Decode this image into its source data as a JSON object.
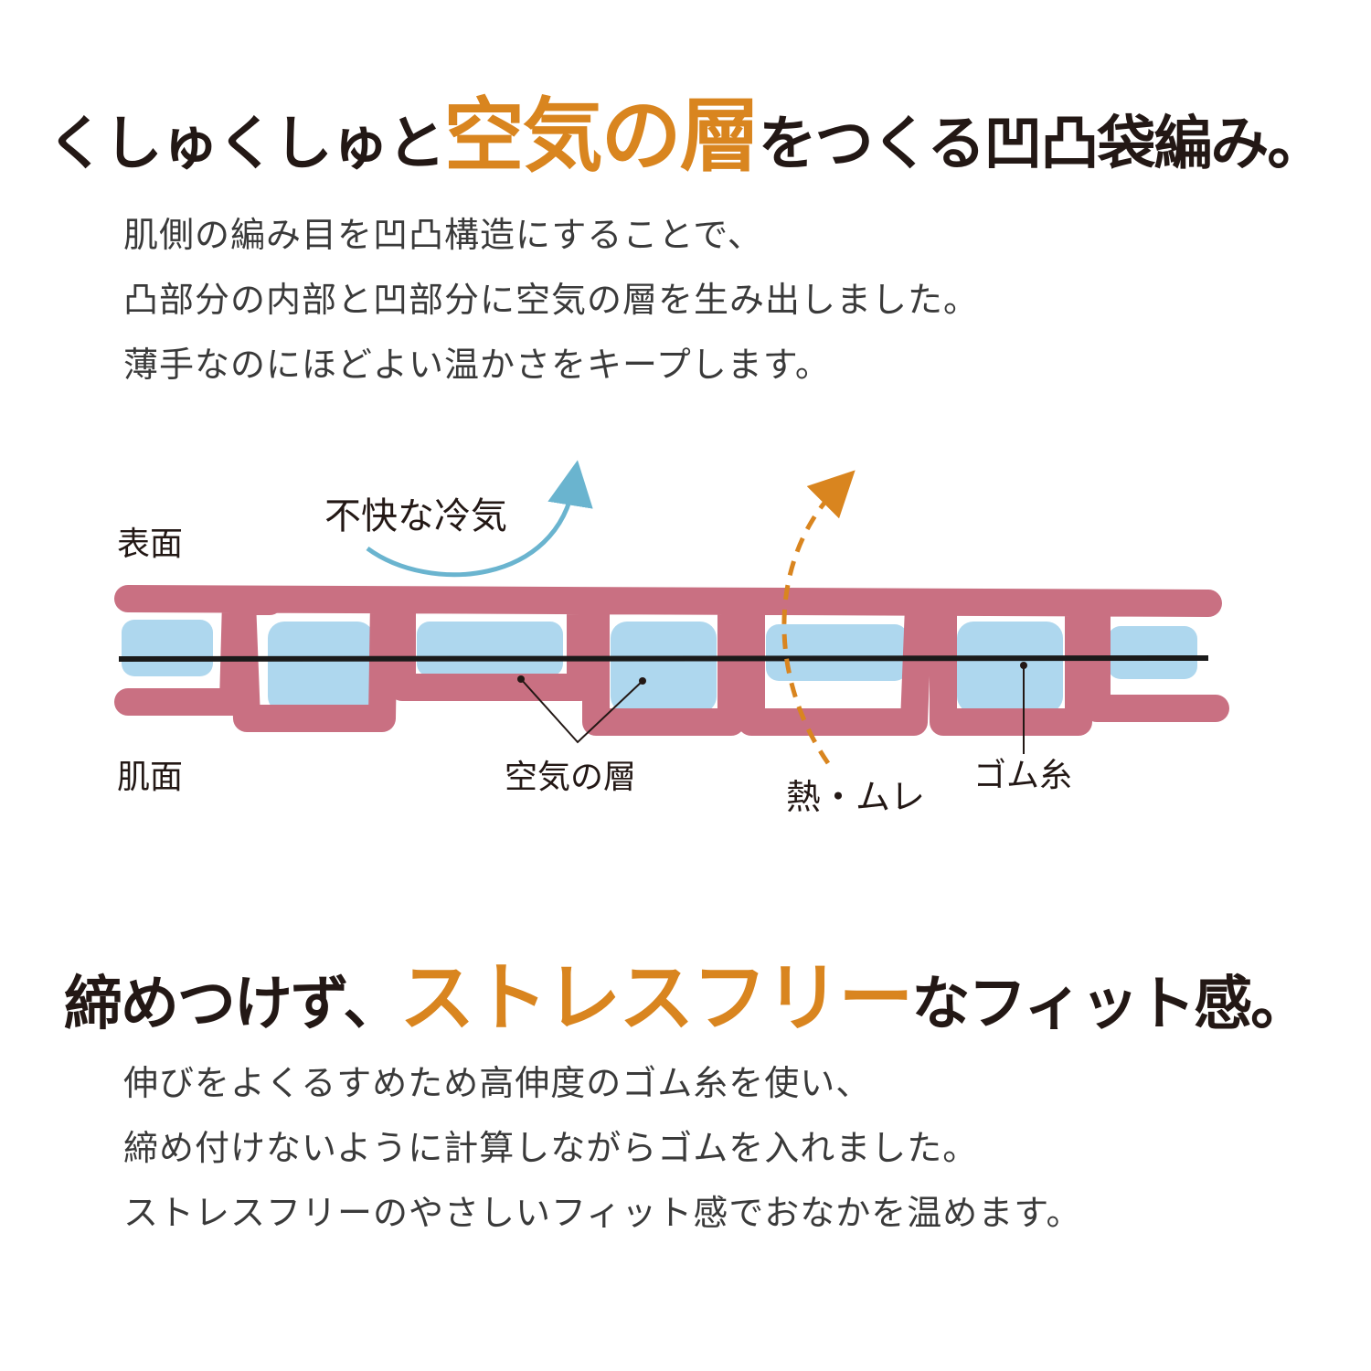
{
  "section1": {
    "heading_pre": "くしゅくしゅと",
    "heading_accent": "空気の層",
    "heading_post": "をつくる凹凸袋編み。",
    "lines": [
      "肌側の編み目を凹凸構造にすることで、",
      "凸部分の内部と凹部分に空気の層を生み出しました。",
      "薄手なのにほどよい温かさをキープします。"
    ]
  },
  "diagram": {
    "label_surface": "表面",
    "label_skin": "肌面",
    "label_cold_air": "不快な冷気",
    "label_air_layer": "空気の層",
    "label_heat": "熱・ムレ",
    "label_rubber": "ゴム糸",
    "colors": {
      "knit": "#c97082",
      "air": "#aed7ee",
      "cold_arrow": "#6ab4cf",
      "heat_arrow": "#d9851f",
      "thread": "#1a1a1a"
    }
  },
  "section2": {
    "heading_pre": "締めつけず、",
    "heading_accent": "ストレスフリー",
    "heading_post": "なフィット感。",
    "lines": [
      "伸びをよくるすめため高伸度のゴム糸を使い、",
      "締め付けないように計算しながらゴムを入れました。",
      "ストレスフリーのやさしいフィット感でおなかを温めます。"
    ]
  },
  "accent_color": "#d9851f"
}
